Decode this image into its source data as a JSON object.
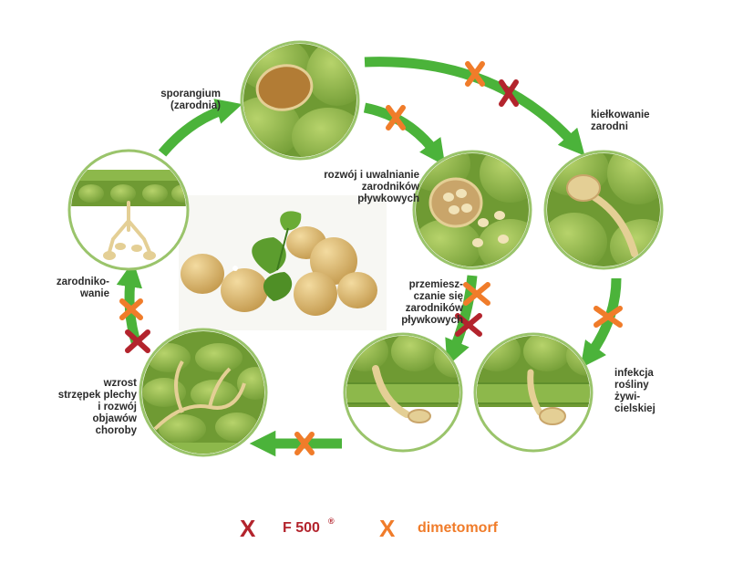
{
  "stages": {
    "sporangium": "sporangium\n(zarodnia)",
    "germination": "kiełkowanie\nzarodni",
    "zoospore_release": "rozwój i uwalnianie\nzarodników\npływkowych",
    "zoospore_movement": "przemiesz-\nczanie się\nzarodników\npływkowych",
    "infection": "infekcja\nrośliny\nżywi-\ncielskiej",
    "mycelium_growth": "wzrost\nstrzępek plechy\ni rozwój\nobjawów\nchoroby",
    "sporulation": "zarodniko-\nwanie"
  },
  "legend": {
    "f500_mark": "X",
    "f500_label": "F 500",
    "f500_sup": "®",
    "dimetomorf_mark": "X",
    "dimetomorf_label": "dimetomorf"
  },
  "colors": {
    "arrow_green": "#4bb33a",
    "cell_green": "#8db84b",
    "cell_dark": "#5f8f2c",
    "f500_red": "#b3242d",
    "dimetomorf_orange": "#f07c2a",
    "spore_tan": "#e4cf95",
    "sporangium_brown": "#b27c35",
    "potato": "#d9b26a"
  }
}
